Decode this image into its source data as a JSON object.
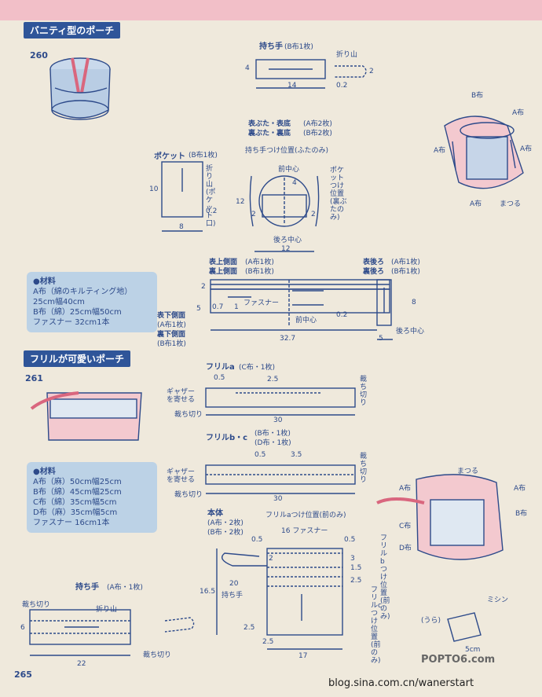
{
  "header": {
    "vanity_title": "バニティ型のポーチ",
    "frill_title": "フリルが可愛いポーチ"
  },
  "numbers": {
    "item_260": "260",
    "item_261": "261",
    "page": "265"
  },
  "handle_top": {
    "title": "持ち手",
    "spec": "(B布1枚)",
    "fold": "折り山",
    "w": "14",
    "h": "4",
    "small1": "2",
    "small2": "0.2"
  },
  "lid": {
    "line1": "表ぶた・表底",
    "line1_spec": "(A布2枚)",
    "line2": "裏ぶた・裏底",
    "line2_spec": "(B布2枚)",
    "handle_pos": "持ち手つけ位置(ふたのみ)",
    "front": "前中心",
    "back": "後ろ中心",
    "pocket_pos": "ポケットつけ位置(裏ぶたのみ)",
    "n4": "4",
    "n12v": "12",
    "n12h": "12",
    "n2a": "2",
    "n2b": "2"
  },
  "pocket": {
    "title": "ポケット",
    "spec": "(B布1枚)",
    "fold": "折り山(ポケット口)",
    "h": "10",
    "w": "8",
    "small": "0.2"
  },
  "side": {
    "upper1": "表上側面",
    "upper1_spec": "(A布1枚)",
    "upper2": "裏上側面",
    "upper2_spec": "(B布1枚)",
    "lower1": "表下側面",
    "lower1_spec": "(A布1枚)",
    "lower2": "裏下側面",
    "lower2_spec": "(B布1枚)",
    "back1": "表後ろ",
    "back1_spec": "(A布1枚)",
    "back2": "裏後ろ",
    "back2_spec": "(B布1枚)",
    "zipper": "ファスナー",
    "front": "前中心",
    "back_center": "後ろ中心",
    "n2": "2",
    "n5": "5",
    "n07": "0.7",
    "n1": "1",
    "n02": "0.2",
    "n8": "8",
    "n327": "32.7",
    "n5b": "5"
  },
  "materials_260": {
    "title": "●材料",
    "items": [
      "A布（綿のキルティング地）",
      "25cm幅40cm",
      "B布（綿）25cm幅50cm",
      "ファスナー 32cm1本"
    ]
  },
  "illus_260": {
    "b": "B布",
    "a1": "A布",
    "a2": "A布",
    "a3": "A布",
    "a4": "A布",
    "matsuru": "まつる"
  },
  "frill_a": {
    "title": "フリルa",
    "spec": "(C布・1枚)",
    "gather": "ギャザーを寄せる",
    "cut1": "裁ち切り",
    "cut2": "裁ち切り",
    "n05": "0.5",
    "n25": "2.5",
    "n30": "30"
  },
  "frill_bc": {
    "title": "フリルb・c",
    "spec1": "(B布・1枚)",
    "spec2": "(D布・1枚)",
    "gather": "ギャザーを寄せる",
    "cut1": "裁ち切り",
    "cut2": "裁ち切り",
    "n05": "0.5",
    "n35": "3.5",
    "n30": "30"
  },
  "body": {
    "title": "本体",
    "spec1": "(A布・2枚)",
    "spec2": "(B布・2枚)",
    "frill_a_pos": "フリルaつけ位置(前のみ)",
    "zipper": "16 ファスナー",
    "handle": "持ち手",
    "frill_b_pos": "フリルbつけ位置(前のみ)",
    "frill_c_pos": "フリルcつけ位置(前のみ)",
    "n05a": "0.5",
    "n05b": "0.5",
    "n2": "2",
    "n3": "3",
    "n15": "1.5",
    "n25a": "2.5",
    "n165": "16.5",
    "n20": "20",
    "n25b": "2.5",
    "n25c": "2.5",
    "n17": "17"
  },
  "materials_261": {
    "title": "●材料",
    "items": [
      "A布（麻）50cm幅25cm",
      "B布（綿）45cm幅25cm",
      "C布（綿）35cm幅5cm",
      "D布（麻）35cm幅5cm",
      "ファスナー 16cm1本"
    ]
  },
  "illus_261": {
    "matsuru": "まつる",
    "a1": "A布",
    "a2": "A布",
    "b": "B布",
    "c": "C布",
    "d": "D布",
    "mishin": "ミシン",
    "ura": "(うら)",
    "n5cm": "5cm"
  },
  "handle_bottom": {
    "title": "持ち手",
    "spec": "(A布・1枚)",
    "cut1": "裁ち切り",
    "fold": "折り山",
    "cut2": "裁ち切り",
    "n6": "6",
    "n22": "22"
  },
  "watermark": {
    "url": "blog.sina.com.cn/wanerstart",
    "logo": "POPTO6.com"
  }
}
